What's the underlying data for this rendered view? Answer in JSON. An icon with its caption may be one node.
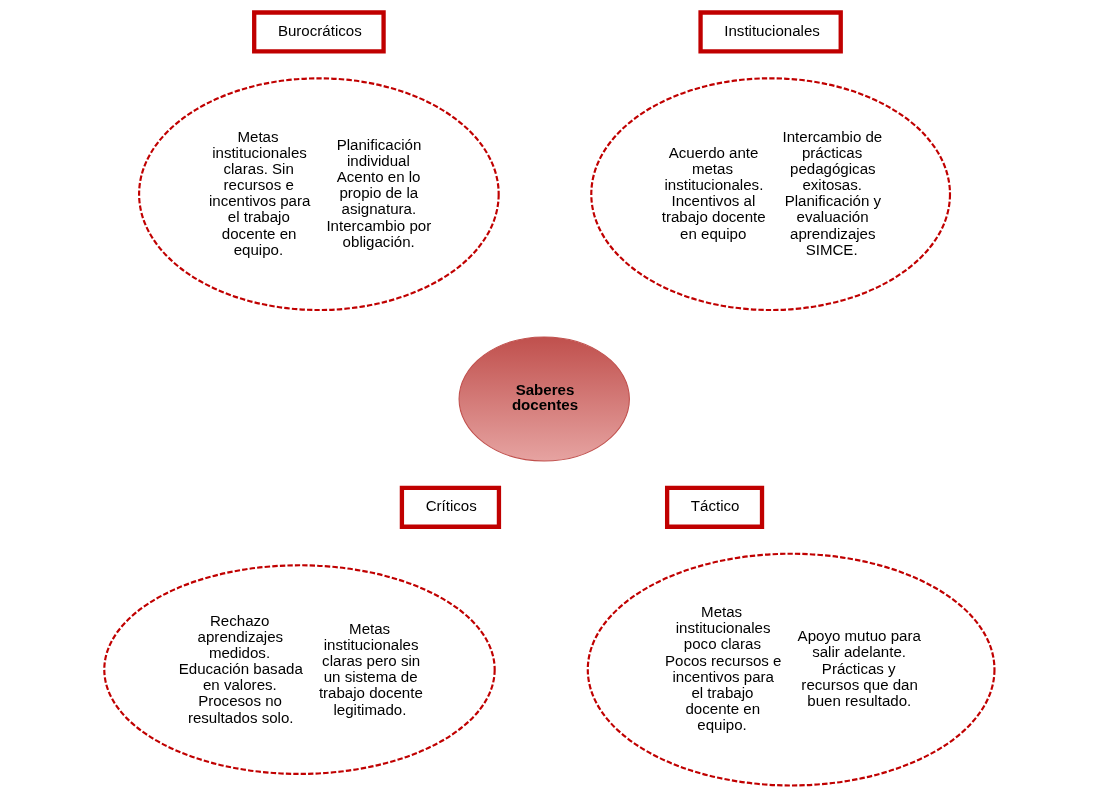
{
  "diagram": {
    "nodes": [
      {
        "text": [
          "Burocráticos"
        ]
      },
      {
        "text": [
          "Metas institucionales claras. Sin recursos e incentivos para el trabajo docente en equipo.",
          "Planificación individual Acento en lo propio de la asignatura. Intercambio por obligación."
        ]
      },
      {
        "text": [
          "Institucionales"
        ]
      },
      {
        "text": [
          "Acuerdo ante metas institucionales. Incentivos al trabajo docente en equipo",
          "Intercambio de prácticas pedagógicas exitosas. Planificación y evaluación aprendizajes SIMCE."
        ]
      },
      {
        "text": [
          "Saberes docentes"
        ]
      },
      {
        "text": [
          "Críticos"
        ]
      },
      {
        "text": [
          "Rechazo aprendizajes medidos. Educación basada en valores. Procesos no resultados solo.",
          "Metas institucionales claras pero sin un sistema de trabajo docente legitimado."
        ]
      },
      {
        "text": [
          "Táctico"
        ]
      },
      {
        "text": [
          "Metas institucionales poco claras Pocos recursos e incentivos para el trabajo docente en equipo.",
          "Apoyo mutuo para salir adelante. Prácticas y recursos que dan buen resultado."
        ]
      }
    ],
    "edges": []
  }
}
